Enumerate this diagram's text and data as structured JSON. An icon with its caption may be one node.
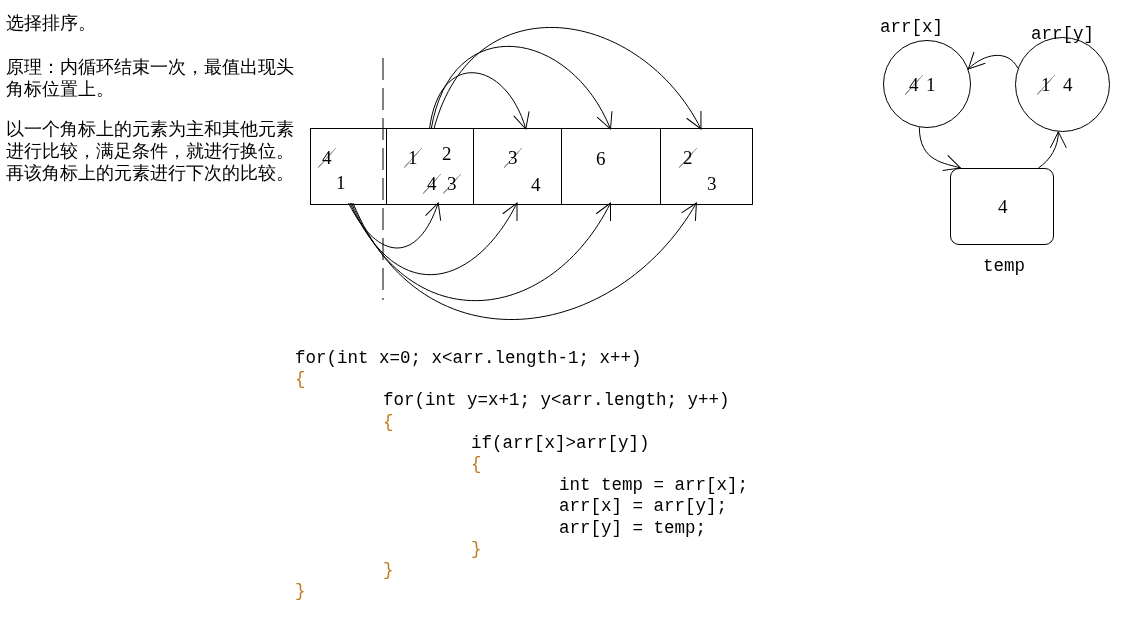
{
  "diagram": {
    "title": "选择排序。",
    "nodes": [
      {
        "text": [
          "4",
          "1"
        ]
      },
      {
        "text": [
          "1",
          "2",
          "4",
          "3"
        ]
      },
      {
        "text": [
          "3",
          "4"
        ]
      },
      {
        "text": [
          "6"
        ]
      },
      {
        "text": [
          "2",
          "3"
        ]
      },
      {
        "text": [
          "4",
          "1"
        ],
        "beside": [
          "arr[x]"
        ]
      },
      {
        "text": [
          "1",
          "4"
        ],
        "beside": [
          "arr[y]"
        ]
      },
      {
        "text": [
          "4"
        ],
        "beside": [
          "temp"
        ]
      }
    ],
    "edges": [
      {
        "from": 1,
        "to": 2,
        "arrow": "to"
      },
      {
        "from": 1,
        "to": 3,
        "arrow": "to"
      },
      {
        "from": 1,
        "to": 4,
        "arrow": "to"
      },
      {
        "from": 0,
        "to": 1,
        "arrow": "to"
      },
      {
        "from": 0,
        "to": 2,
        "arrow": "to"
      },
      {
        "from": 0,
        "to": 3,
        "arrow": "to"
      },
      {
        "from": 0,
        "to": 4,
        "arrow": "to"
      },
      {
        "from": 6,
        "to": 5,
        "arrow": "to"
      },
      {
        "from": 5,
        "to": 7,
        "arrow": "to"
      },
      {
        "from": 7,
        "to": 6,
        "arrow": "to"
      }
    ],
    "labels": [
      "原理：内循环结束一次，最值出现头角标位置上。",
      "以一个角标上的元素为主和其他元素进行比较，满足条件，就进行换位。再该角标上的元素进行下次的比较。",
      "for(int x=0; x<arr.length-1; x++)",
      "{",
      "for(int y=x+1; y<arr.length; y++)",
      "{",
      "if(arr[x]>arr[y])",
      "{",
      "int temp = arr[x];",
      "arr[x] = arr[y];",
      "arr[y] = temp;",
      "}",
      "}",
      "}"
    ]
  }
}
